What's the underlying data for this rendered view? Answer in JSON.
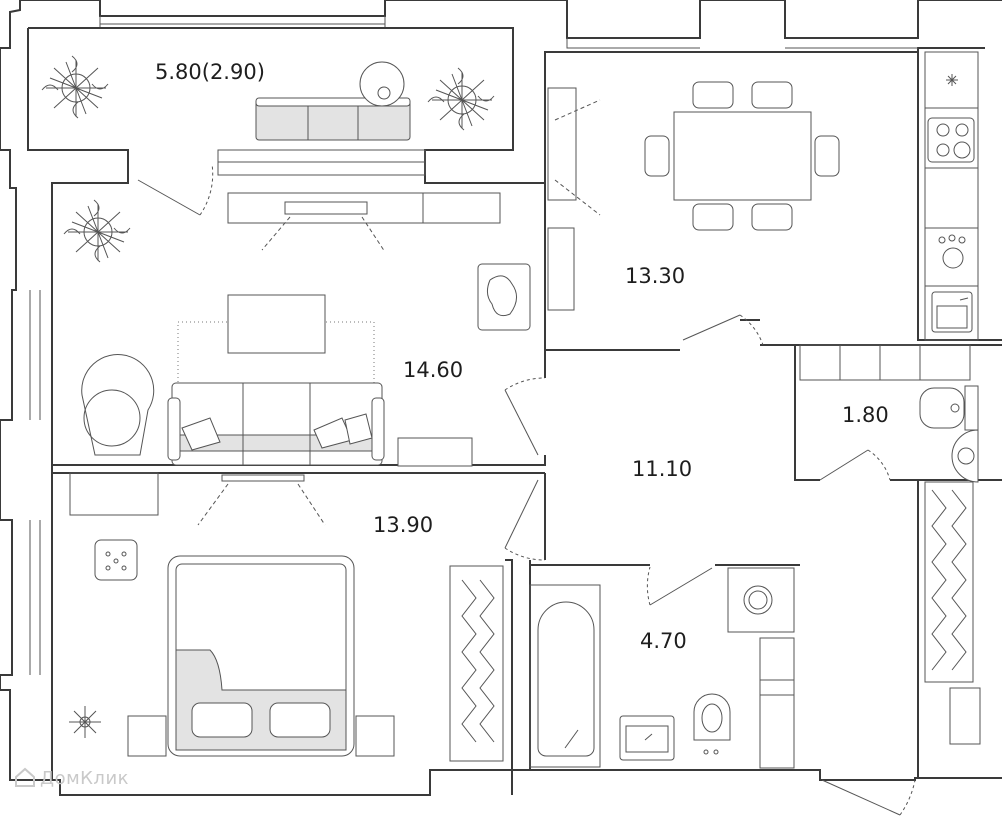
{
  "plan": {
    "rooms": [
      {
        "id": "balcony",
        "area": "5.80(2.90)"
      },
      {
        "id": "kitchen",
        "area": "13.30"
      },
      {
        "id": "living",
        "area": "14.60"
      },
      {
        "id": "wc",
        "area": "1.80"
      },
      {
        "id": "hall",
        "area": "11.10"
      },
      {
        "id": "bedroom",
        "area": "13.90"
      },
      {
        "id": "bathroom",
        "area": "4.70"
      }
    ]
  },
  "watermark": {
    "text": "ДомКлик"
  },
  "icons": {
    "plant": "plant-icon",
    "stove": "stove-icon",
    "sink": "sink-icon",
    "toilet": "toilet-icon",
    "washer": "washing-machine-icon",
    "bathtub": "bathtub-icon",
    "bed": "bed-icon",
    "sofa": "sofa-icon",
    "armchair": "armchair-icon",
    "dining-table": "dining-table-icon",
    "tv": "tv-icon"
  }
}
